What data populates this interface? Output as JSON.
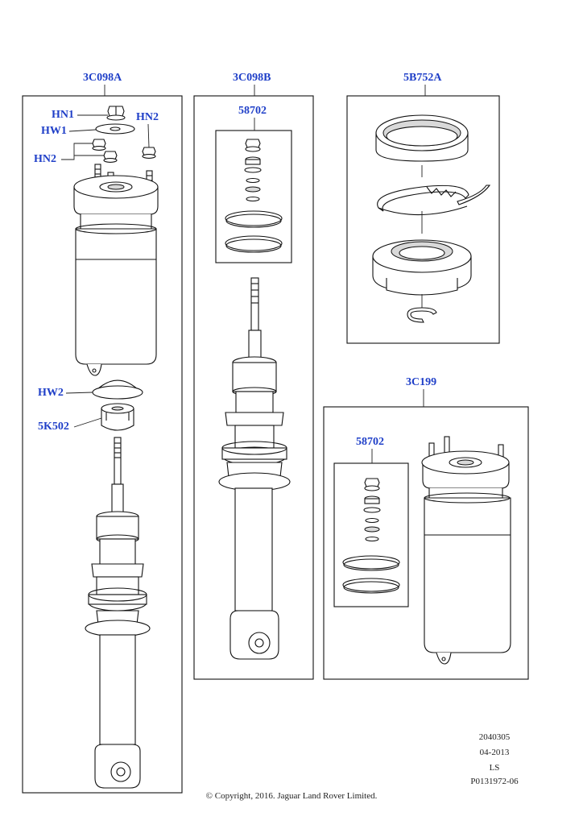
{
  "diagram": {
    "groups": [
      {
        "part": "3C098A"
      },
      {
        "part": "3C098B",
        "kit": "58702"
      },
      {
        "part": "5B752A"
      },
      {
        "part": "3C199",
        "kit": "58702"
      }
    ],
    "callouts": {
      "hn1": "HN1",
      "hw1": "HW1",
      "hn2_left": "HN2",
      "hn2_right": "HN2",
      "hw2": "HW2",
      "k5k502": "5K502"
    }
  },
  "footer": {
    "ref1": "2040305",
    "ref2": "04-2013",
    "ref3": "LS",
    "ref4": "P0131972-06",
    "copyright": "© Copyright, 2016. Jaguar Land Rover Limited."
  },
  "colors": {
    "label": "#1f3fc8",
    "line": "#111111",
    "shade": "#d9d9d9"
  }
}
